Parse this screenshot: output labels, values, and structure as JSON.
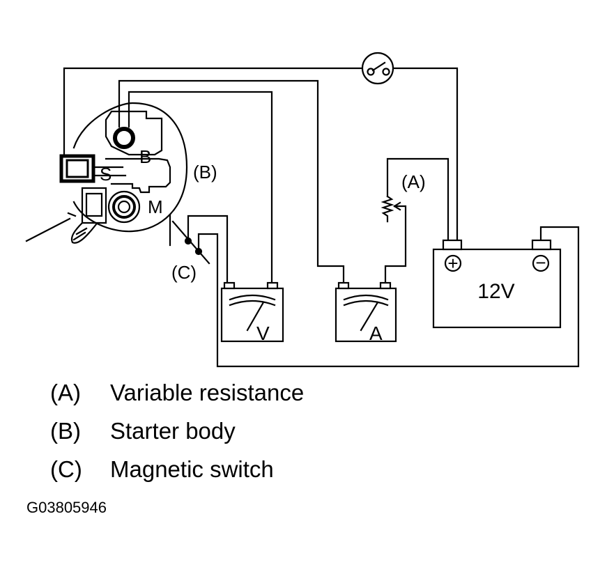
{
  "diagram": {
    "labels": {
      "terminal_b": "B",
      "terminal_s": "S",
      "terminal_m": "M",
      "callout_a": "(A)",
      "callout_b": "(B)",
      "callout_c": "(C)",
      "voltmeter": "V",
      "ammeter": "A",
      "battery_voltage": "12V",
      "battery_plus": "+",
      "battery_minus": "−"
    }
  },
  "legend": [
    {
      "key": "(A)",
      "text": "Variable resistance"
    },
    {
      "key": "(B)",
      "text": "Starter body"
    },
    {
      "key": "(C)",
      "text": "Magnetic switch"
    }
  ],
  "figure_code": "G03805946"
}
